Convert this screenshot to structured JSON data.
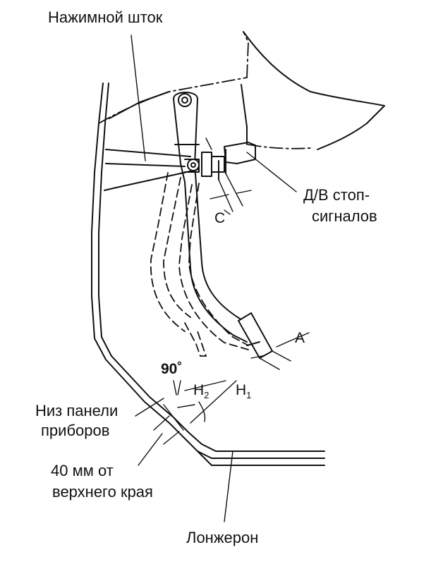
{
  "labels": {
    "push_rod": "Нажимной шток",
    "stop_switch_line1": "Д/В стоп-",
    "stop_switch_line2": "сигналов",
    "dim_c": "C",
    "dim_a": "A",
    "angle": "90˚",
    "h2_main": "H",
    "h2_sub": "2",
    "h1_main": "H",
    "h1_sub": "1",
    "panel_line1": "Низ панели",
    "panel_line2": "приборов",
    "offset_line1": "40 мм от",
    "offset_line2": "верхнего края",
    "longeron": "Лонжерон"
  }
}
